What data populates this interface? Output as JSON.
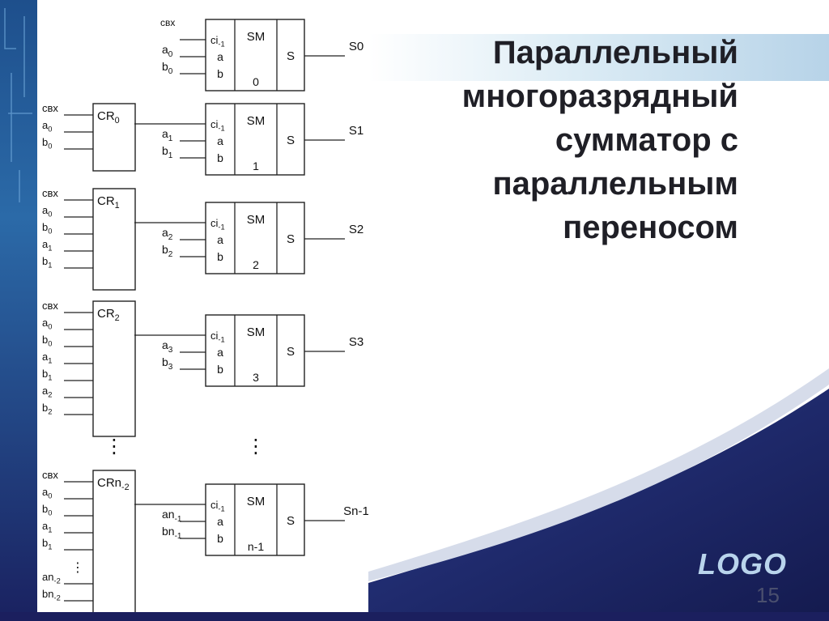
{
  "slide": {
    "title_lines": [
      "Параллельный",
      "многоразрядный",
      "сумматор с",
      "параллельным",
      "переносом"
    ],
    "logo": "LOGO",
    "page_number": "15"
  },
  "colors": {
    "navy": "#1b1f5e",
    "swoosh_light": "#d6dcea",
    "title_band": "#b7d3e8",
    "logo": "#b9d4ec",
    "line": "#222222"
  },
  "diagram": {
    "adder_label": "SM",
    "sum_label": "S",
    "carry_input_label": "ci-1",
    "input_a_label": "a",
    "input_b_label": "b",
    "carry_in_label": "cвх",
    "continuation": "⋮",
    "sum_blocks": [
      {
        "index": "0",
        "in_a": "a0",
        "in_b": "b0",
        "output": "S0"
      },
      {
        "index": "1",
        "in_a": "a1",
        "in_b": "b1",
        "output": "S1"
      },
      {
        "index": "2",
        "in_a": "a2",
        "in_b": "b2",
        "output": "S2"
      },
      {
        "index": "3",
        "in_a": "a3",
        "in_b": "b3",
        "output": "S3"
      },
      {
        "index": "n-1",
        "in_a": "an-1",
        "in_b": "bn-1",
        "output": "Sn-1"
      }
    ],
    "carry_blocks": [
      {
        "label": "CR0",
        "inputs": [
          "cвх",
          "a0",
          "b0"
        ]
      },
      {
        "label": "CR1",
        "inputs": [
          "cвх",
          "a0",
          "b0",
          "a1",
          "b1"
        ]
      },
      {
        "label": "CR2",
        "inputs": [
          "cвх",
          "a0",
          "b0",
          "a1",
          "b1",
          "a2",
          "b2"
        ]
      },
      {
        "label": "CRn-2",
        "inputs": [
          "cвх",
          "a0",
          "b0",
          "a1",
          "b1",
          "⋮",
          "an-2",
          "bn-2"
        ]
      }
    ]
  }
}
